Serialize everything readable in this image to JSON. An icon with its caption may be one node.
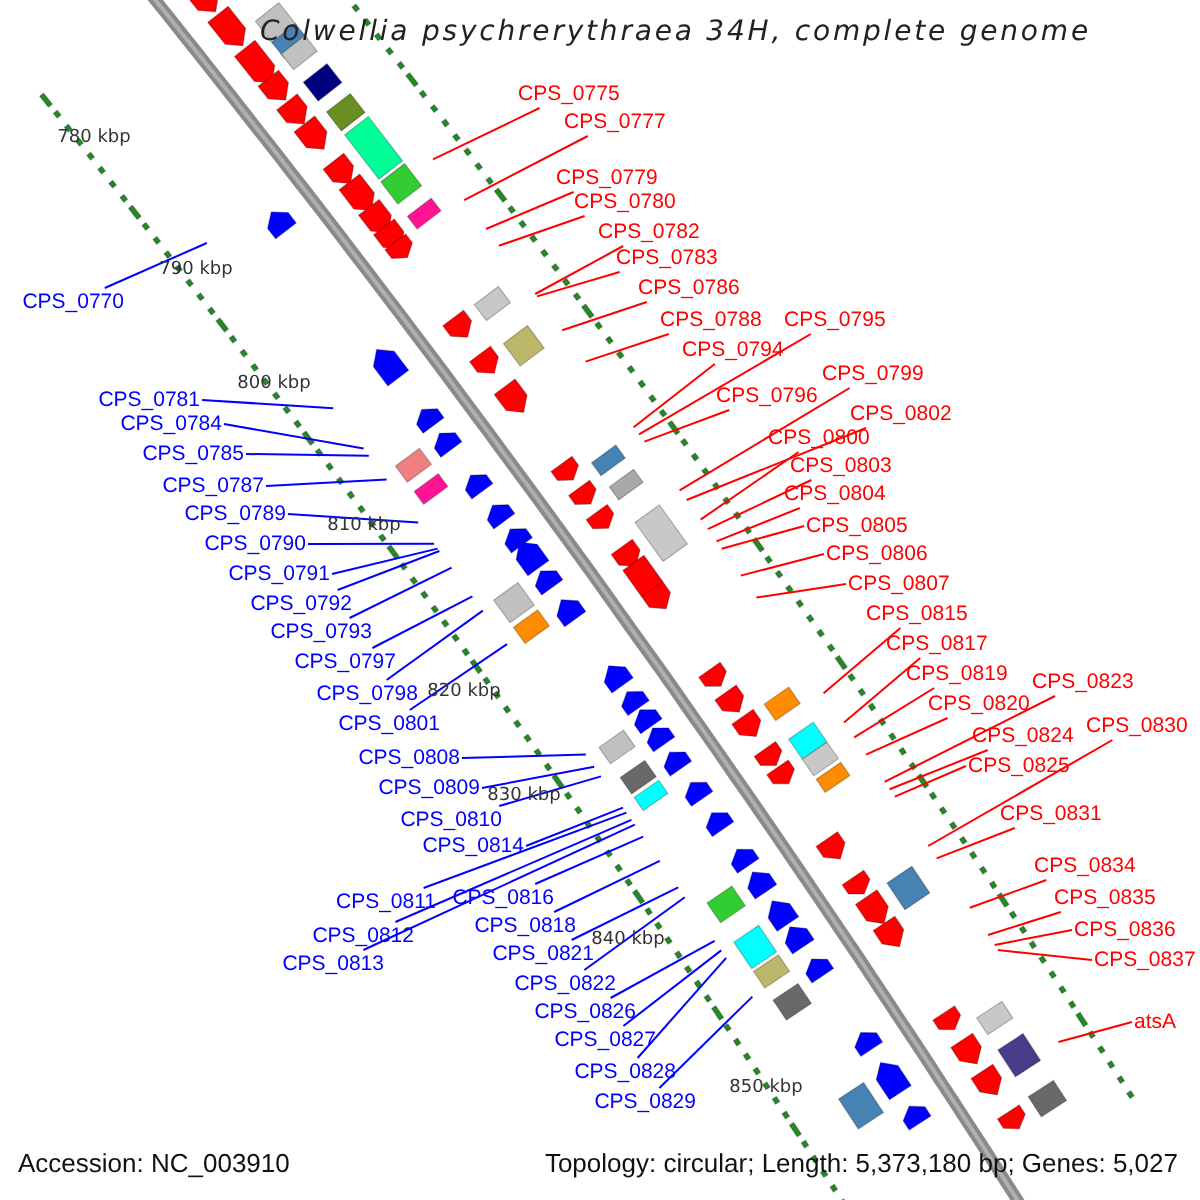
{
  "diagram": {
    "title": "Colwellia psychrerythraea 34H, complete genome",
    "nodes": [
      {
        "text": [
          "CPS_0775"
        ]
      },
      {
        "text": [
          "CPS_0777"
        ]
      },
      {
        "text": [
          "CPS_0779"
        ]
      },
      {
        "text": [
          "CPS_0780"
        ]
      },
      {
        "text": [
          "CPS_0782"
        ]
      },
      {
        "text": [
          "CPS_0783"
        ]
      },
      {
        "text": [
          "CPS_0786"
        ]
      },
      {
        "text": [
          "CPS_0788"
        ]
      },
      {
        "text": [
          "CPS_0795"
        ]
      },
      {
        "text": [
          "CPS_0794"
        ]
      },
      {
        "text": [
          "CPS_0799"
        ]
      },
      {
        "text": [
          "CPS_0796"
        ]
      },
      {
        "text": [
          "CPS_0802"
        ]
      },
      {
        "text": [
          "CPS_0800"
        ]
      },
      {
        "text": [
          "CPS_0803"
        ]
      },
      {
        "text": [
          "CPS_0804"
        ]
      },
      {
        "text": [
          "CPS_0805"
        ]
      },
      {
        "text": [
          "CPS_0806"
        ]
      },
      {
        "text": [
          "CPS_0807"
        ]
      },
      {
        "text": [
          "CPS_0815"
        ]
      },
      {
        "text": [
          "CPS_0817"
        ]
      },
      {
        "text": [
          "CPS_0819"
        ]
      },
      {
        "text": [
          "CPS_0823"
        ]
      },
      {
        "text": [
          "CPS_0820"
        ]
      },
      {
        "text": [
          "CPS_0830"
        ]
      },
      {
        "text": [
          "CPS_0824"
        ]
      },
      {
        "text": [
          "CPS_0825"
        ]
      },
      {
        "text": [
          "CPS_0831"
        ]
      },
      {
        "text": [
          "CPS_0834"
        ]
      },
      {
        "text": [
          "CPS_0835"
        ]
      },
      {
        "text": [
          "CPS_0836"
        ]
      },
      {
        "text": [
          "CPS_0837"
        ]
      },
      {
        "text": [
          "atsA"
        ]
      },
      {
        "text": [
          "CPS_0770"
        ]
      },
      {
        "text": [
          "CPS_0781"
        ]
      },
      {
        "text": [
          "CPS_0784"
        ]
      },
      {
        "text": [
          "CPS_0785"
        ]
      },
      {
        "text": [
          "CPS_0787"
        ]
      },
      {
        "text": [
          "CPS_0789"
        ]
      },
      {
        "text": [
          "CPS_0790"
        ]
      },
      {
        "text": [
          "CPS_0791"
        ]
      },
      {
        "text": [
          "CPS_0792"
        ]
      },
      {
        "text": [
          "CPS_0793"
        ]
      },
      {
        "text": [
          "CPS_0797"
        ]
      },
      {
        "text": [
          "CPS_0798"
        ]
      },
      {
        "text": [
          "CPS_0801"
        ]
      },
      {
        "text": [
          "CPS_0808"
        ]
      },
      {
        "text": [
          "CPS_0809"
        ]
      },
      {
        "text": [
          "CPS_0810"
        ]
      },
      {
        "text": [
          "CPS_0814"
        ]
      },
      {
        "text": [
          "CPS_0811"
        ]
      },
      {
        "text": [
          "CPS_0816"
        ]
      },
      {
        "text": [
          "CPS_0812"
        ]
      },
      {
        "text": [
          "CPS_0813"
        ]
      },
      {
        "text": [
          "CPS_0818"
        ]
      },
      {
        "text": [
          "CPS_0821"
        ]
      },
      {
        "text": [
          "CPS_0822"
        ]
      },
      {
        "text": [
          "CPS_0826"
        ]
      },
      {
        "text": [
          "CPS_0827"
        ]
      },
      {
        "text": [
          "CPS_0828"
        ]
      },
      {
        "text": [
          "CPS_0829"
        ]
      }
    ],
    "edges": [
      {
        "from": 0,
        "to": null,
        "arrow": "none"
      },
      {
        "from": 1,
        "to": null,
        "arrow": "none"
      },
      {
        "from": 2,
        "to": null,
        "arrow": "none"
      },
      {
        "from": 3,
        "to": null,
        "arrow": "none"
      },
      {
        "from": 4,
        "to": null,
        "arrow": "none"
      },
      {
        "from": 5,
        "to": null,
        "arrow": "none"
      },
      {
        "from": 6,
        "to": null,
        "arrow": "none"
      },
      {
        "from": 7,
        "to": null,
        "arrow": "none"
      },
      {
        "from": 8,
        "to": null,
        "arrow": "none"
      },
      {
        "from": 9,
        "to": null,
        "arrow": "none"
      },
      {
        "from": 10,
        "to": null,
        "arrow": "none"
      },
      {
        "from": 11,
        "to": null,
        "arrow": "none"
      },
      {
        "from": 12,
        "to": null,
        "arrow": "none"
      },
      {
        "from": 13,
        "to": null,
        "arrow": "none"
      },
      {
        "from": 14,
        "to": null,
        "arrow": "none"
      },
      {
        "from": 15,
        "to": null,
        "arrow": "none"
      },
      {
        "from": 16,
        "to": null,
        "arrow": "none"
      },
      {
        "from": 17,
        "to": null,
        "arrow": "none"
      },
      {
        "from": 18,
        "to": null,
        "arrow": "none"
      },
      {
        "from": 19,
        "to": null,
        "arrow": "none"
      },
      {
        "from": 20,
        "to": null,
        "arrow": "none"
      },
      {
        "from": 21,
        "to": null,
        "arrow": "none"
      },
      {
        "from": 22,
        "to": null,
        "arrow": "none"
      },
      {
        "from": 23,
        "to": null,
        "arrow": "none"
      },
      {
        "from": 24,
        "to": null,
        "arrow": "none"
      },
      {
        "from": 25,
        "to": null,
        "arrow": "none"
      },
      {
        "from": 26,
        "to": null,
        "arrow": "none"
      },
      {
        "from": 27,
        "to": null,
        "arrow": "none"
      },
      {
        "from": 28,
        "to": null,
        "arrow": "none"
      },
      {
        "from": 29,
        "to": null,
        "arrow": "none"
      },
      {
        "from": 30,
        "to": null,
        "arrow": "none"
      },
      {
        "from": 31,
        "to": null,
        "arrow": "none"
      },
      {
        "from": 32,
        "to": null,
        "arrow": "none"
      },
      {
        "from": 33,
        "to": null,
        "arrow": "none",
        "color": "#0000ff"
      },
      {
        "from": 34,
        "to": null,
        "arrow": "none",
        "color": "#0000ff"
      },
      {
        "from": 35,
        "to": null,
        "arrow": "none",
        "color": "#0000ff"
      },
      {
        "from": 36,
        "to": null,
        "arrow": "none",
        "color": "#0000ff"
      },
      {
        "from": 37,
        "to": null,
        "arrow": "none",
        "color": "#0000ff"
      },
      {
        "from": 38,
        "to": null,
        "arrow": "none",
        "color": "#0000ff"
      },
      {
        "from": 39,
        "to": null,
        "arrow": "none",
        "color": "#0000ff"
      },
      {
        "from": 40,
        "to": null,
        "arrow": "none",
        "color": "#0000ff"
      },
      {
        "from": 41,
        "to": null,
        "arrow": "none",
        "color": "#0000ff"
      },
      {
        "from": 42,
        "to": null,
        "arrow": "none",
        "color": "#0000ff"
      },
      {
        "from": 43,
        "to": null,
        "arrow": "none",
        "color": "#0000ff"
      },
      {
        "from": 44,
        "to": null,
        "arrow": "none",
        "color": "#0000ff"
      },
      {
        "from": 45,
        "to": null,
        "arrow": "none",
        "color": "#0000ff"
      },
      {
        "from": 46,
        "to": null,
        "arrow": "none",
        "color": "#0000ff"
      },
      {
        "from": 47,
        "to": null,
        "arrow": "none",
        "color": "#0000ff"
      },
      {
        "from": 48,
        "to": null,
        "arrow": "none",
        "color": "#0000ff"
      },
      {
        "from": 49,
        "to": null,
        "arrow": "none",
        "color": "#0000ff"
      },
      {
        "from": 50,
        "to": null,
        "arrow": "none",
        "color": "#0000ff"
      },
      {
        "from": 51,
        "to": null,
        "arrow": "none",
        "color": "#0000ff"
      },
      {
        "from": 52,
        "to": null,
        "arrow": "none",
        "color": "#0000ff"
      },
      {
        "from": 53,
        "to": null,
        "arrow": "none",
        "color": "#0000ff"
      },
      {
        "from": 54,
        "to": null,
        "arrow": "none",
        "color": "#0000ff"
      },
      {
        "from": 55,
        "to": null,
        "arrow": "none",
        "color": "#0000ff"
      },
      {
        "from": 56,
        "to": null,
        "arrow": "none",
        "color": "#0000ff"
      },
      {
        "from": 57,
        "to": null,
        "arrow": "none",
        "color": "#0000ff"
      },
      {
        "from": 58,
        "to": null,
        "arrow": "none",
        "color": "#0000ff"
      },
      {
        "from": 59,
        "to": null,
        "arrow": "none",
        "color": "#0000ff"
      },
      {
        "from": 60,
        "to": null,
        "arrow": "none",
        "color": "#0000ff"
      }
    ],
    "labels": [
      "780 kbp",
      "790 kbp",
      "800 kbp",
      "810 kbp",
      "820 kbp",
      "830 kbp",
      "840 kbp",
      "850 kbp",
      "Accession: NC_003910",
      "Topology: circular; Length: 5,373,180 bp; Genes: 5,027"
    ]
  }
}
